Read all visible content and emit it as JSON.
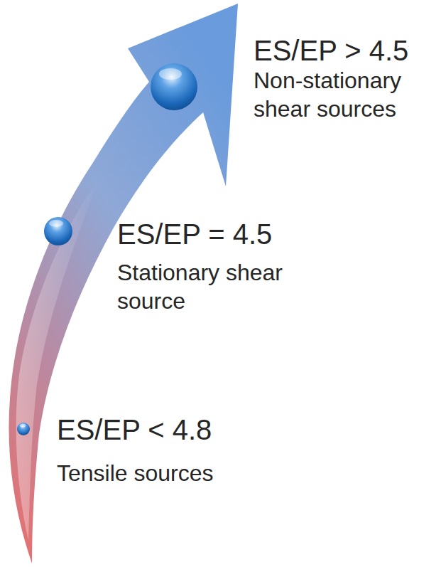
{
  "diagram": {
    "labels": [
      "ES/EP > 4.5",
      "Non-stationary shear sources",
      "ES/EP = 4.5",
      "Stationary shear source",
      "ES/EP < 4.8",
      "Tensile sources"
    ]
  }
}
